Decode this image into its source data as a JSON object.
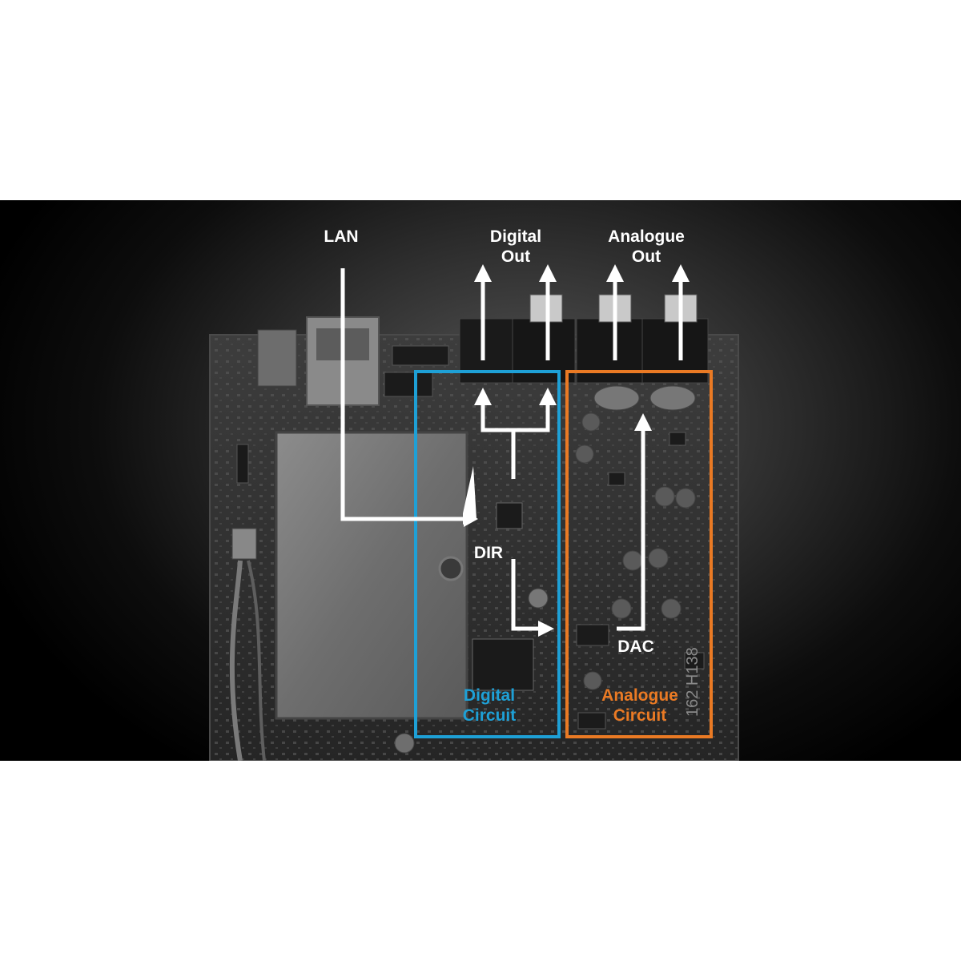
{
  "labels": {
    "lan": "LAN",
    "digital_out_1": "Digital",
    "digital_out_2": "Out",
    "analogue_out_1": "Analogue",
    "analogue_out_2": "Out",
    "dir": "DIR",
    "dac": "DAC",
    "digital_circuit_1": "Digital",
    "digital_circuit_2": "Circuit",
    "analogue_circuit_1": "Analogue",
    "analogue_circuit_2": "Circuit",
    "silkscreen_code": "162 H138"
  },
  "colors": {
    "digital_circuit": "#1ea0d6",
    "analogue_circuit": "#ea7a24",
    "signal_arrows": "#ffffff",
    "background": "#000000"
  }
}
